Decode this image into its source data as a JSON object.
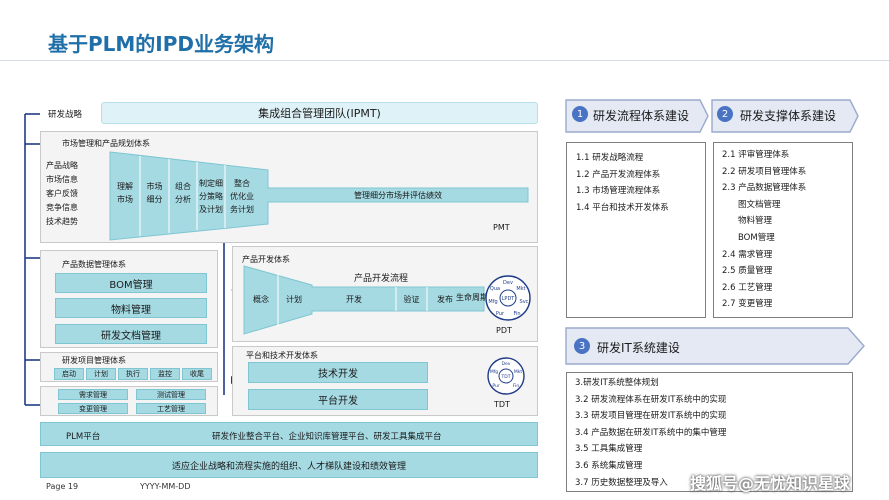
{
  "title": "基于PLM的IPD业务架构",
  "ipmt": "集成组合管理团队(IPMT)",
  "strategy": "研发战略",
  "market_section": {
    "title": "市场管理和产品规划体系",
    "inputs": [
      "产品战略",
      "市场信息",
      "客户反馈",
      "竞争信息",
      "技术趋势"
    ],
    "funnel": [
      "理解\n市场",
      "市场\n细分",
      "组合\n分析",
      "制定细\n分策略\n及计划",
      "整合\n优化业\n务计划"
    ],
    "tail": "管理细分市场并评估绩效",
    "tag": "PMT"
  },
  "pdm_section": {
    "title": "产品数据管理体系",
    "items": [
      "BOM管理",
      "物料管理",
      "研发文档管理"
    ]
  },
  "pd_section": {
    "title": "产品开发体系",
    "flow_title": "产品开发流程",
    "stages": [
      "概念",
      "计划",
      "开发",
      "验证",
      "发布",
      "生命周期"
    ],
    "tag": "PDT",
    "wheel_center": "LPDT",
    "wheel_labels": [
      "Dev",
      "Mkt",
      "Svc",
      "Fin",
      "Pur",
      "Mfg",
      "Qua"
    ]
  },
  "ptd_section": {
    "title": "平台和技术开发体系",
    "items": [
      "技术开发",
      "平台开发"
    ],
    "tag": "TDT",
    "wheel_center": "TDT"
  },
  "proj_section": {
    "title": "研发项目管理体系",
    "steps": [
      "启动",
      "计划",
      "执行",
      "监控",
      "收尾"
    ],
    "mgmt": [
      "需求管理",
      "测试管理",
      "变更管理",
      "工艺管理"
    ]
  },
  "plm_bar": {
    "label": "PLM平台",
    "text": "研发作业整合平台、企业知识库管理平台、研发工具集成平台"
  },
  "bottom_bar": "适应企业战略和流程实施的组织、人才梯队建设和绩效管理",
  "footer": {
    "page": "Page 19",
    "date": "YYYY-MM-DD"
  },
  "watermark": "搜狐号@无忧知识星球",
  "right": {
    "h1": {
      "num": "1",
      "label": "研发流程体系建设"
    },
    "h2": {
      "num": "2",
      "label": "研发支撑体系建设"
    },
    "h3": {
      "num": "3",
      "label": "研发IT系统建设"
    },
    "list1": [
      "1.1 研发战略流程",
      "1.2 产品开发流程体系",
      "1.3 市场管理流程体系",
      "1.4 平台和技术开发体系"
    ],
    "list2": [
      "2.1 评审管理体系",
      "2.2 研发项目管理体系",
      "2.3 产品数据管理体系",
      "图文档管理",
      "物料管理",
      "BOM管理",
      "2.4 需求管理",
      "2.5 质量管理",
      "2.6 工艺管理",
      "2.7 变更管理"
    ],
    "list3": [
      "3.研发IT系统整体规划",
      "3.2 研发流程体系在研发IT系统中的实现",
      "3.3 研发项目管理在研发IT系统中的实现",
      "3.4 产品数据在研发IT系统中的集中管理",
      "3.5 工具集成管理",
      "3.6 系统集成管理",
      "3.7 历史数据整理及导入"
    ]
  },
  "colors": {
    "accent": "#1f6fa8",
    "teal": "#a5dae3",
    "band": "#dff2f7",
    "navy": "#1f3c88",
    "chip": "#4a73c4"
  }
}
